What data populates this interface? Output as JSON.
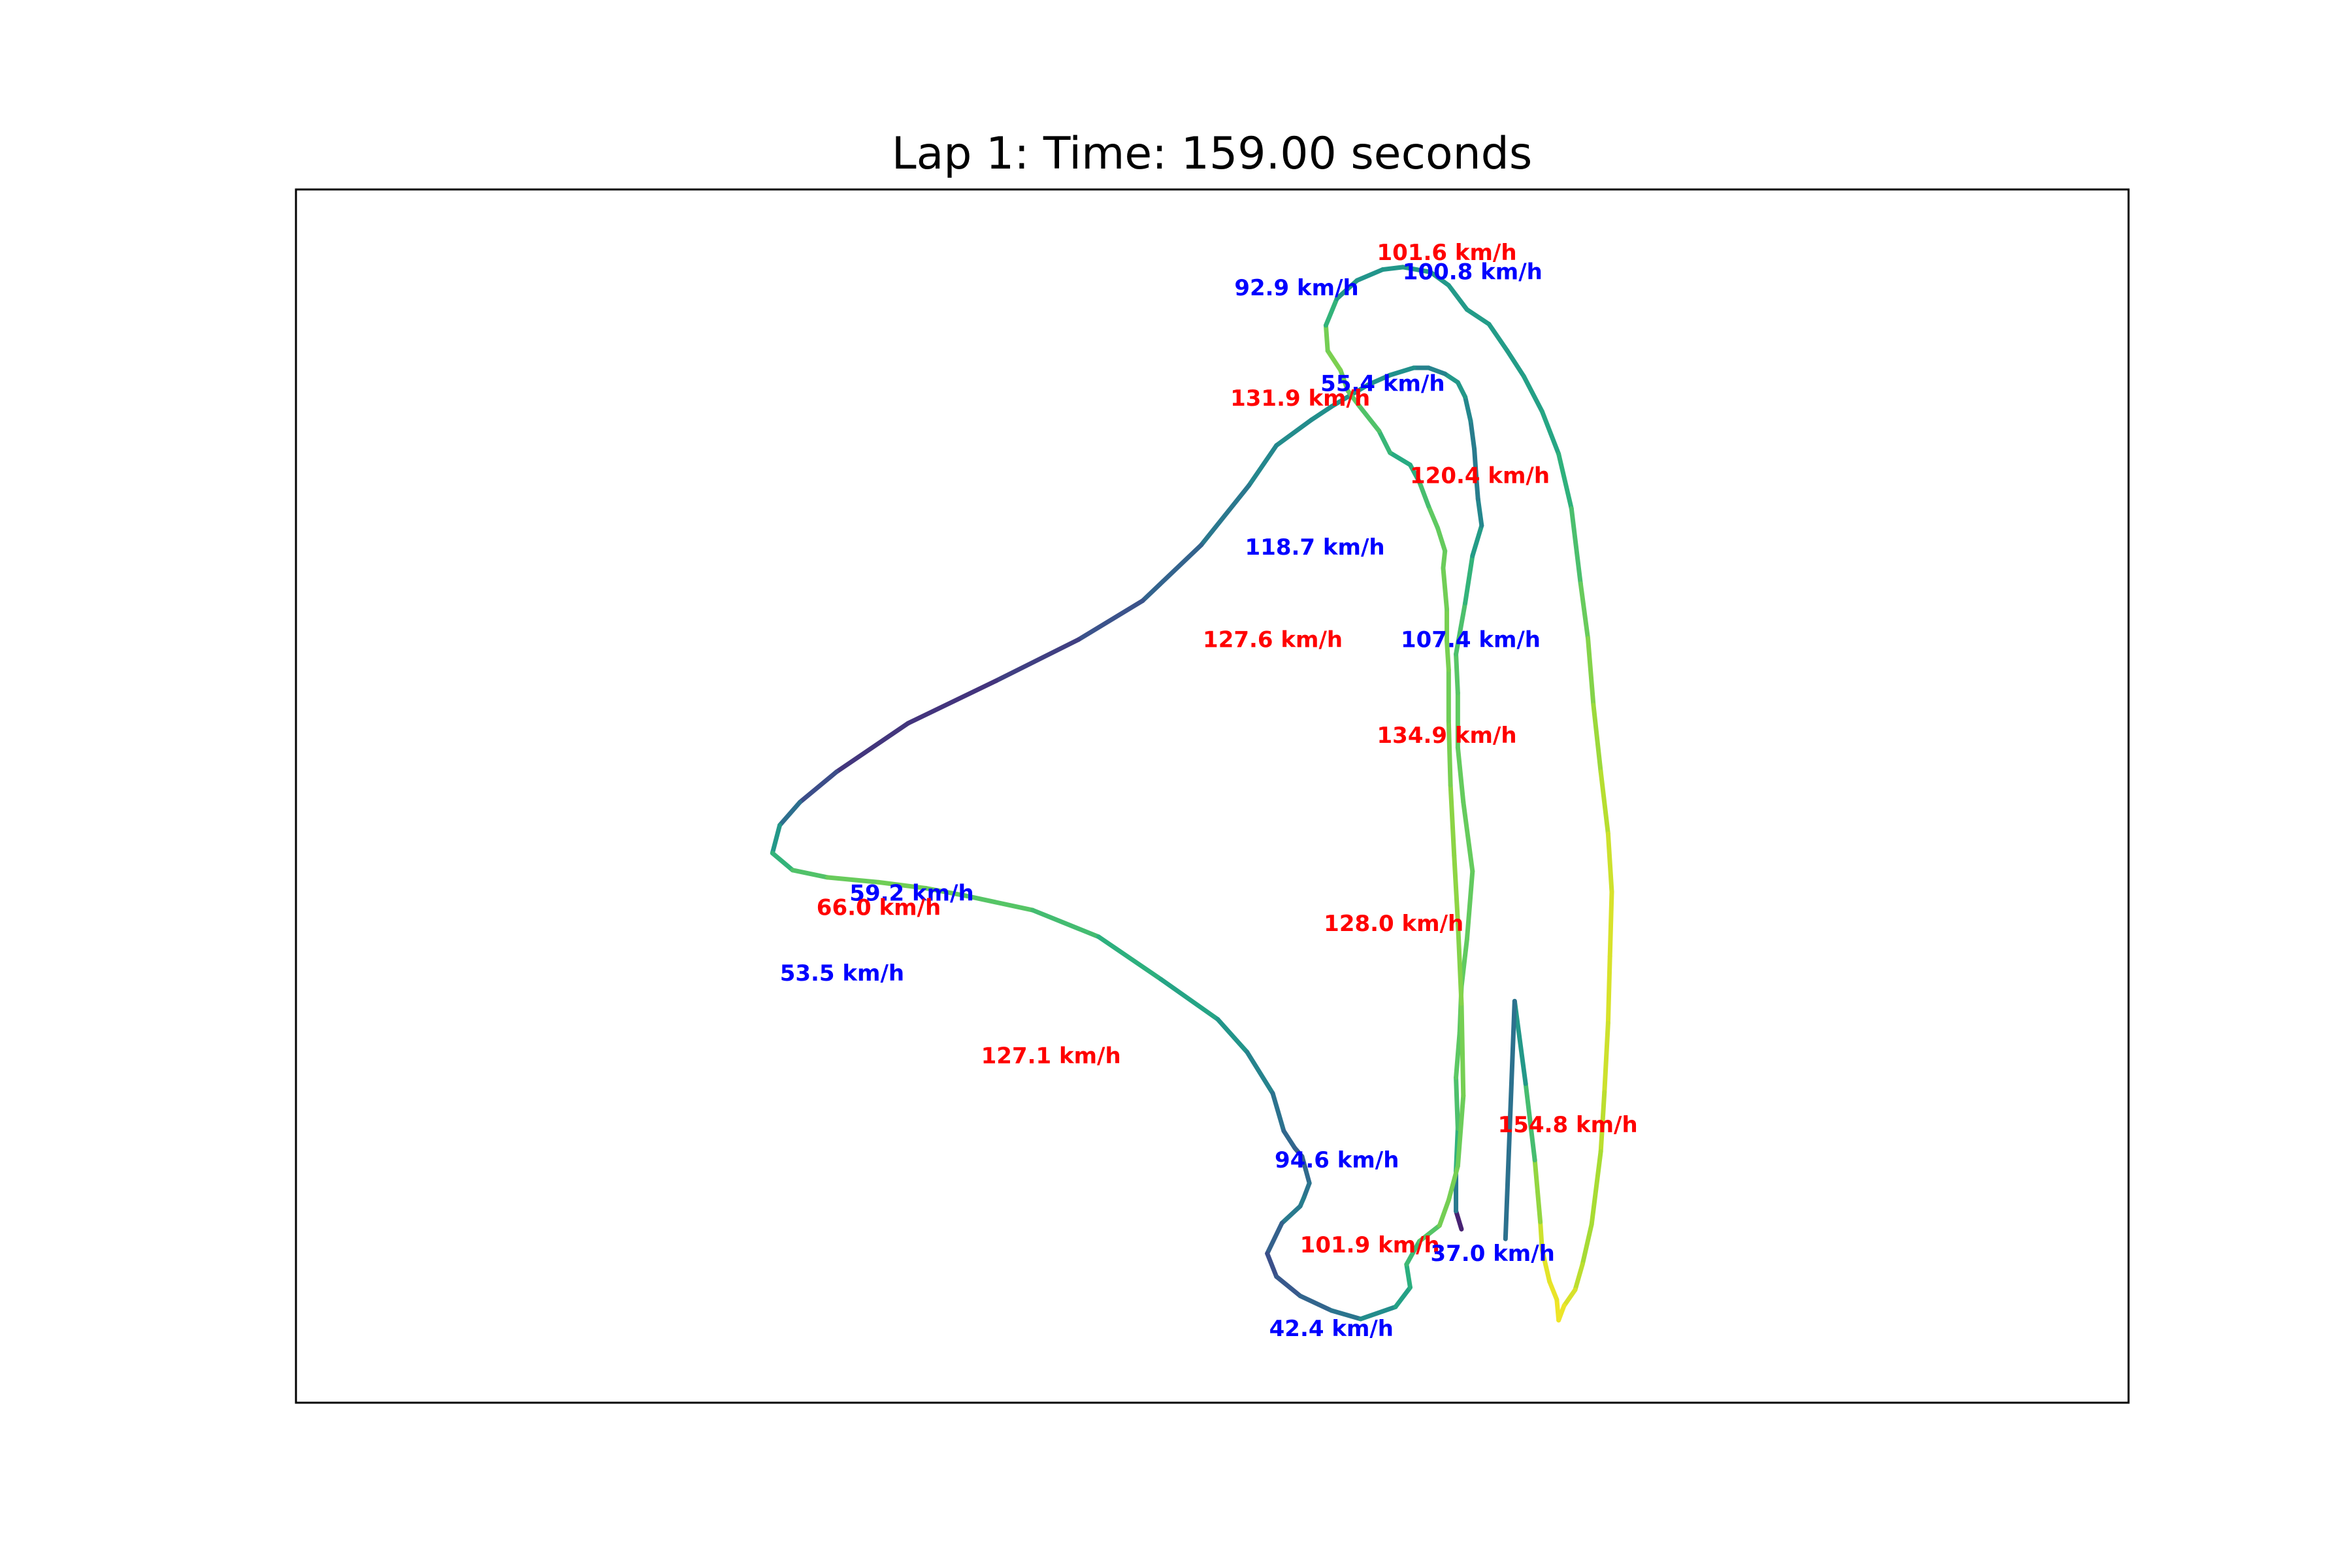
{
  "chart_data": {
    "type": "line",
    "title": "Lap 1: Time: 159.00 seconds",
    "xlabel": "",
    "ylabel": "",
    "grid": false,
    "xlim": [
      0,
      100
    ],
    "ylim": [
      0,
      100
    ],
    "colormap": "viridis",
    "speed_range": [
      35,
      157
    ],
    "track": {
      "x": [
        63.6,
        63.3,
        63.3,
        63.4,
        63.3,
        63.5,
        63.6,
        63.9,
        64.2,
        63.7,
        63.4,
        63.4,
        63.3,
        63.8,
        64.2,
        64.7,
        64.5,
        64.4,
        64.3,
        64.1,
        63.8,
        63.4,
        62.7,
        61.8,
        61.0,
        59.7,
        58.5,
        56.5,
        55.4,
        53.5,
        52.0,
        49.4,
        46.2,
        42.7,
        38.2,
        33.4,
        29.5,
        27.5,
        26.4,
        26.0,
        27.1,
        29.0,
        31.8,
        34.4,
        36.5,
        40.2,
        43.8,
        47.2,
        50.3,
        51.9,
        53.3,
        53.9,
        54.5,
        54.9,
        55.1,
        55.3,
        55.0,
        54.8,
        53.8,
        53.0,
        53.5,
        54.8,
        56.5,
        58.1,
        60.0,
        60.8,
        60.6,
        61.3,
        62.4,
        62.9,
        63.4,
        63.7,
        63.6,
        63.4,
        63.2,
        63.0,
        62.9,
        62.9,
        62.8,
        62.8,
        62.6,
        62.7,
        62.3,
        61.8,
        61.3,
        60.8,
        59.7,
        59.1,
        58.0,
        57.4,
        57.0,
        56.3,
        56.2,
        56.8,
        57.9,
        59.3,
        60.4,
        61.9,
        62.9,
        63.9,
        65.1,
        66.1,
        67.0,
        68.0,
        68.9,
        69.6,
        70.1,
        70.5,
        70.8,
        71.2,
        71.6,
        71.8,
        71.7,
        71.6,
        71.4,
        71.2,
        70.7,
        70.2,
        69.8,
        69.2,
        68.9,
        68.8,
        68.4,
        68.0,
        67.9,
        67.6,
        67.1,
        66.5,
        66.0
      ],
      "y": [
        14.3,
        15.8,
        19.1,
        22.6,
        26.8,
        30.5,
        34.3,
        38.2,
        43.8,
        49.5,
        54.0,
        58.5,
        61.7,
        65.9,
        69.8,
        72.3,
        74.5,
        76.4,
        78.6,
        80.9,
        82.9,
        84.1,
        84.8,
        85.3,
        85.3,
        84.7,
        83.9,
        82.1,
        81.0,
        78.9,
        75.6,
        70.7,
        66.1,
        62.9,
        59.5,
        56.0,
        52.0,
        49.5,
        47.6,
        45.3,
        43.9,
        43.3,
        42.9,
        42.4,
        41.8,
        40.6,
        38.4,
        34.9,
        31.6,
        28.9,
        25.5,
        22.4,
        21.0,
        20.3,
        19.2,
        18.1,
        16.9,
        16.2,
        14.8,
        12.3,
        10.4,
        8.8,
        7.6,
        6.9,
        7.9,
        9.5,
        11.4,
        13.3,
        14.6,
        16.7,
        19.5,
        25.3,
        32.9,
        39.7,
        45.1,
        50.9,
        56.2,
        60.4,
        62.8,
        65.4,
        68.8,
        70.2,
        72.1,
        73.9,
        75.9,
        77.3,
        78.3,
        80.1,
        82.2,
        83.4,
        85.1,
        86.7,
        88.8,
        91.0,
        92.5,
        93.4,
        93.6,
        93.2,
        92.1,
        90.1,
        88.9,
        86.7,
        84.6,
        81.7,
        78.2,
        73.7,
        67.5,
        63.0,
        57.5,
        52.0,
        46.9,
        42.1,
        36.8,
        31.3,
        25.6,
        20.7,
        14.7,
        11.4,
        9.3,
        8.0,
        6.8,
        8.5,
        10.0,
        12.6,
        14.9,
        20.0,
        26.3,
        33.1,
        13.5
      ],
      "speed": [
        40,
        60,
        110,
        118,
        126,
        126,
        127,
        127,
        128,
        128,
        128,
        126,
        124,
        120,
        110,
        95,
        88,
        85,
        85,
        88,
        95,
        105,
        95,
        84,
        94,
        97,
        98,
        96,
        94,
        93,
        90,
        78,
        70,
        62,
        57,
        55,
        58,
        70,
        90,
        110,
        120,
        126,
        131,
        130,
        127,
        122,
        117,
        110,
        103,
        94,
        85,
        78,
        74,
        72,
        75,
        80,
        85,
        88,
        82,
        64,
        66,
        72,
        78,
        88,
        100,
        110,
        116,
        120,
        128,
        134,
        129,
        130,
        133,
        136,
        137,
        135,
        129,
        131,
        133,
        131,
        130,
        128,
        128,
        125,
        116,
        110,
        112,
        121,
        125,
        127,
        131,
        134,
        128,
        102,
        98,
        98,
        101,
        100,
        100,
        102,
        102,
        102,
        103,
        106,
        110,
        118,
        125,
        132,
        137,
        142,
        147,
        150,
        151,
        150,
        147,
        144,
        140,
        143,
        148,
        153,
        155,
        154,
        153,
        152,
        145,
        130,
        110,
        90,
        72,
        60
      ]
    },
    "annotations": [
      {
        "text": "101.6 km/h",
        "x": 62.8,
        "y": 94.7,
        "color": "#ff0000"
      },
      {
        "text": "100.8 km/h",
        "x": 64.2,
        "y": 93.1,
        "color": "#0000ff"
      },
      {
        "text": "92.9 km/h",
        "x": 54.6,
        "y": 91.8,
        "color": "#0000ff"
      },
      {
        "text": "55.4 km/h",
        "x": 59.3,
        "y": 83.9,
        "color": "#0000ff"
      },
      {
        "text": "131.9 km/h",
        "x": 54.8,
        "y": 82.7,
        "color": "#ff0000"
      },
      {
        "text": "120.4 km/h",
        "x": 64.6,
        "y": 76.3,
        "color": "#ff0000"
      },
      {
        "text": "118.7 km/h",
        "x": 55.6,
        "y": 70.4,
        "color": "#0000ff"
      },
      {
        "text": "127.6 km/h",
        "x": 53.3,
        "y": 62.8,
        "color": "#ff0000"
      },
      {
        "text": "107.4 km/h",
        "x": 64.1,
        "y": 62.8,
        "color": "#0000ff"
      },
      {
        "text": "134.9 km/h",
        "x": 62.8,
        "y": 54.9,
        "color": "#ff0000"
      },
      {
        "text": "128.0 km/h",
        "x": 59.9,
        "y": 39.4,
        "color": "#ff0000"
      },
      {
        "text": "59.2 km/h",
        "x": 33.6,
        "y": 41.9,
        "color": "#0000ff"
      },
      {
        "text": "66.0 km/h",
        "x": 31.8,
        "y": 40.7,
        "color": "#ff0000"
      },
      {
        "text": "53.5 km/h",
        "x": 29.8,
        "y": 35.3,
        "color": "#0000ff"
      },
      {
        "text": "127.1 km/h",
        "x": 41.2,
        "y": 28.5,
        "color": "#ff0000"
      },
      {
        "text": "154.8 km/h",
        "x": 69.4,
        "y": 22.8,
        "color": "#ff0000"
      },
      {
        "text": "94.6 km/h",
        "x": 56.8,
        "y": 19.9,
        "color": "#0000ff"
      },
      {
        "text": "101.9 km/h",
        "x": 58.6,
        "y": 12.9,
        "color": "#ff0000"
      },
      {
        "text": "37.0 km/h",
        "x": 65.3,
        "y": 12.2,
        "color": "#0000ff"
      },
      {
        "text": "42.4 km/h",
        "x": 56.5,
        "y": 6.0,
        "color": "#0000ff"
      }
    ]
  }
}
